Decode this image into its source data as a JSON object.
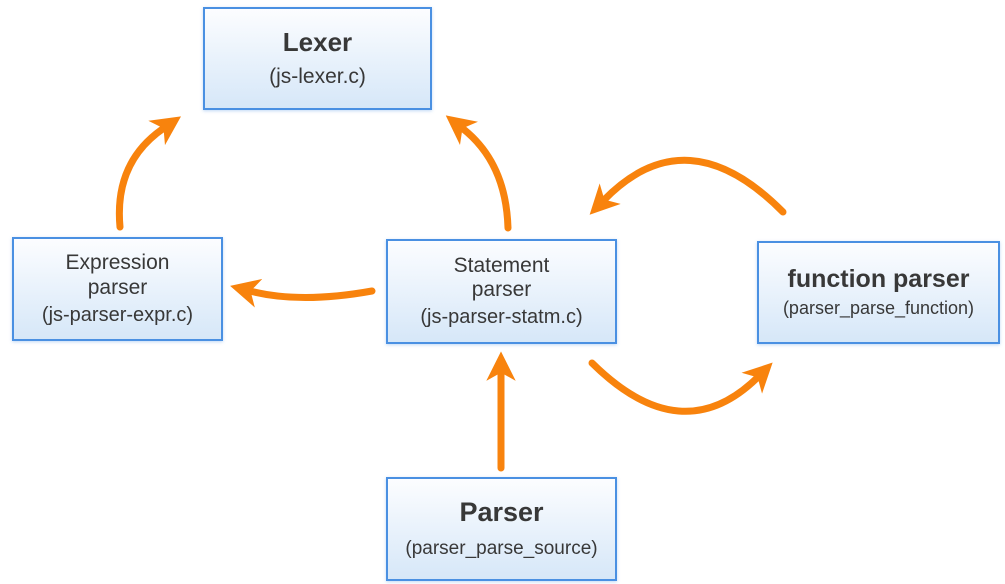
{
  "diagram": {
    "colors": {
      "box_border": "#4a90e2",
      "box_fill_top": "#fcfdff",
      "box_fill_bottom": "#d6e7f8",
      "arrow": "#f8830d",
      "text": "#383838",
      "background": "#ffffff"
    },
    "nodes": {
      "lexer": {
        "title": "Lexer",
        "subtitle": "(js-lexer.c)"
      },
      "expression": {
        "title": "Expression parser",
        "subtitle": "(js-parser-expr.c)"
      },
      "statement": {
        "title": "Statement parser",
        "subtitle": "(js-parser-statm.c)"
      },
      "function": {
        "title": "function parser",
        "subtitle": "(parser_parse_function)"
      },
      "parser": {
        "title": "Parser",
        "subtitle": "(parser_parse_source)"
      }
    },
    "edges": [
      {
        "from": "Expression parser",
        "to": "Lexer"
      },
      {
        "from": "Statement parser",
        "to": "Lexer"
      },
      {
        "from": "Statement parser",
        "to": "Expression parser"
      },
      {
        "from": "function parser",
        "to": "Statement parser"
      },
      {
        "from": "Statement parser",
        "to": "function parser"
      },
      {
        "from": "Parser",
        "to": "Statement parser"
      }
    ]
  }
}
